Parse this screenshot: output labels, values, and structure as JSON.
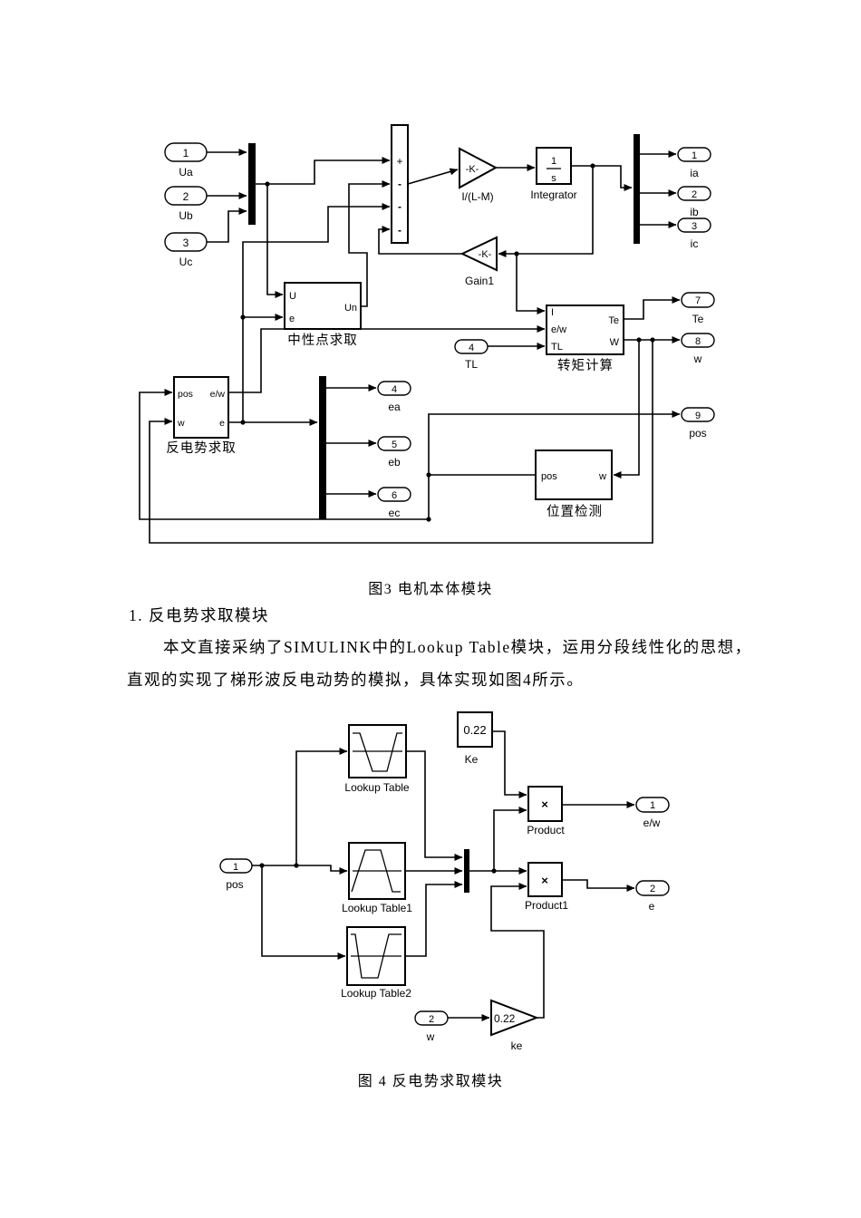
{
  "figure3": {
    "caption": "图3 电机本体模块",
    "inports": {
      "ua": {
        "num": "1",
        "label": "Ua"
      },
      "ub": {
        "num": "2",
        "label": "Ub"
      },
      "uc": {
        "num": "3",
        "label": "Uc"
      },
      "tl": {
        "num": "4",
        "label": "TL"
      }
    },
    "outports": {
      "ia": {
        "num": "1",
        "label": "ia"
      },
      "ib": {
        "num": "2",
        "label": "ib"
      },
      "ic": {
        "num": "3",
        "label": "ic"
      },
      "te": {
        "num": "7",
        "label": "Te"
      },
      "w": {
        "num": "8",
        "label": "w"
      },
      "pos": {
        "num": "9",
        "label": "pos"
      },
      "ea": {
        "num": "4",
        "label": "ea"
      },
      "eb": {
        "num": "5",
        "label": "eb"
      },
      "ec": {
        "num": "6",
        "label": "ec"
      }
    },
    "sum": {
      "signs": [
        "+",
        "-",
        "-",
        "-"
      ]
    },
    "gain_ilm": {
      "text": "-K-",
      "label": "I/(L-M)"
    },
    "integrator": {
      "num": "1",
      "den": "s",
      "label": "Integrator"
    },
    "gain1": {
      "text": "-K-",
      "label": "Gain1"
    },
    "neutral": {
      "in1": "U",
      "in2": "e",
      "out1": "Un",
      "label": "中性点求取"
    },
    "torque": {
      "in1": "I",
      "in2": "e/w",
      "in3": "TL",
      "out1": "Te",
      "out2": "W",
      "label": "转矩计算"
    },
    "bemf": {
      "in1": "pos",
      "in2": "w",
      "out1": "e/w",
      "out2": "e",
      "label": "反电势求取"
    },
    "position": {
      "out1": "pos",
      "in1": "w",
      "label": "位置检测"
    }
  },
  "section": {
    "heading": "1. 反电势求取模块",
    "lines": [
      "本文直接采纳了SIMULINK中的Lookup Table模块，运用分段线性化的思想，",
      "直观的实现了梯形波反电动势的模拟，具体实现如图4所示。"
    ]
  },
  "figure4": {
    "caption": "图 4 反电势求取模块",
    "inports": {
      "pos": {
        "num": "1",
        "label": "pos"
      },
      "w": {
        "num": "2",
        "label": "w"
      }
    },
    "outports": {
      "ew": {
        "num": "1",
        "label": "e/w"
      },
      "e": {
        "num": "2",
        "label": "e"
      }
    },
    "lookup": {
      "label": "Lookup Table"
    },
    "lookup1": {
      "label": "Lookup Table1"
    },
    "lookup2": {
      "label": "Lookup Table2"
    },
    "ke_const": {
      "value": "0.22",
      "label": "Ke"
    },
    "ke_gain": {
      "value": "0.22",
      "label": "ke"
    },
    "product": {
      "symbol": "×",
      "label": "Product"
    },
    "product1": {
      "symbol": "×",
      "label": "Product1"
    }
  },
  "colors": {
    "line": "#000000",
    "background": "#ffffff"
  }
}
